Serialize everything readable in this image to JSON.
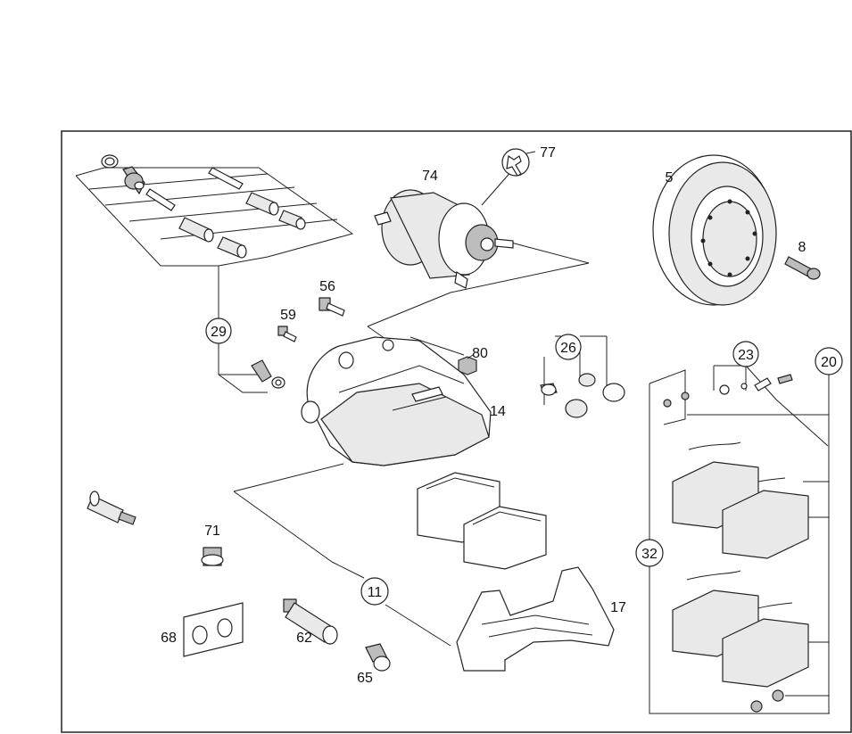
{
  "labels": {
    "p5": "5",
    "p8": "8",
    "p11": "11",
    "p14": "14",
    "p17": "17",
    "p20": "20",
    "p23": "23",
    "p26": "26",
    "p29": "29",
    "p32": "32",
    "p56": "56",
    "p59": "59",
    "p62": "62",
    "p65": "65",
    "p68": "68",
    "p71": "71",
    "p74": "74",
    "p77": "77",
    "p80": "80"
  },
  "icons": {
    "tool": "wrench-icon"
  }
}
